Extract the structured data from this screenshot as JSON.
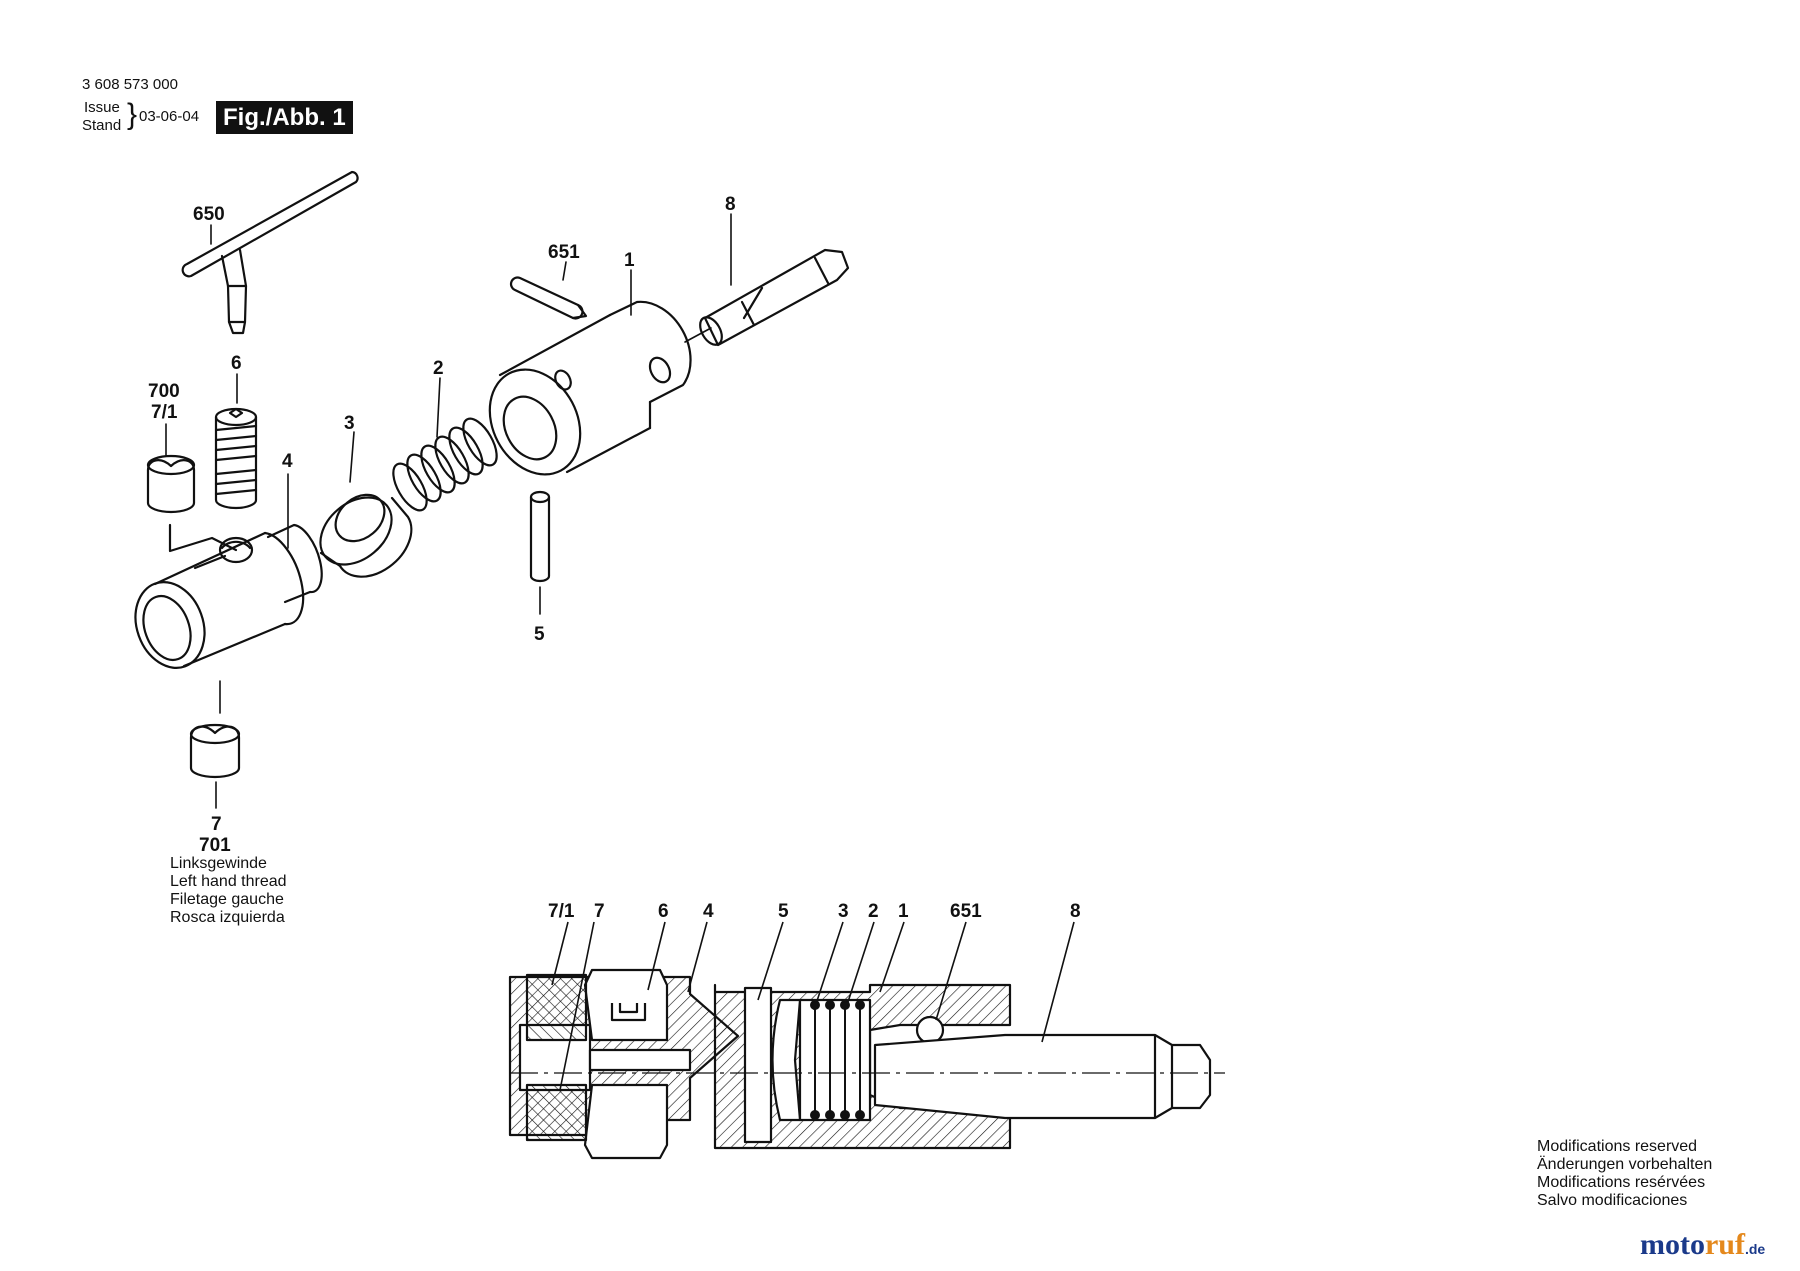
{
  "header": {
    "doc_number": "3 608 573 000",
    "issue_label": "Issue",
    "stand_label": "Stand",
    "date": "03-06-04",
    "figure_label": "Fig./Abb. 1"
  },
  "callouts": {
    "p650": "650",
    "p651": "651",
    "p1": "1",
    "p8": "8",
    "p6": "6",
    "p2": "2",
    "p700": "700",
    "p71": "7/1",
    "p3": "3",
    "p4": "4",
    "p5": "5",
    "p7": "7",
    "p701": "701"
  },
  "thread_note": [
    "Linksgewinde",
    "Left hand thread",
    "Filetage gauche",
    "Rosca izquierda"
  ],
  "section_labels": {
    "s71": "7/1",
    "s7": "7",
    "s6": "6",
    "s4": "4",
    "s5": "5",
    "s3": "3",
    "s2": "2",
    "s1": "1",
    "s651": "651",
    "s8": "8"
  },
  "modifications": [
    "Modifications reserved",
    "Änderungen vorbehalten",
    "Modifications resérvées",
    "Salvo modificaciones"
  ],
  "watermark": {
    "dark_part": "moto",
    "accent_part": "ruf",
    "tld": ".de"
  },
  "colors": {
    "line": "#111111",
    "logo_dark": "#1b3a8a",
    "logo_accent": "#e4881c"
  }
}
